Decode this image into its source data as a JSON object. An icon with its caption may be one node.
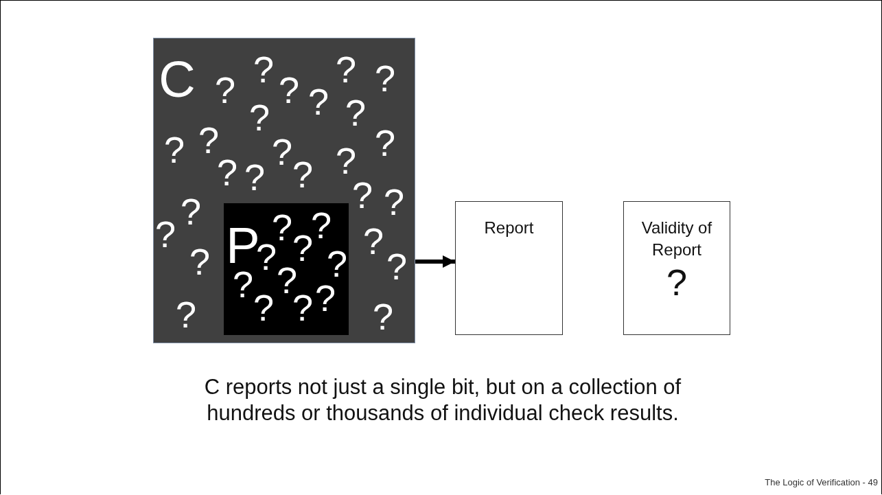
{
  "diagram": {
    "caption": "C reports not just a single bit, but on a collection of hundreds or thousands of individual check results.",
    "nodes": [
      {
        "text": [
          "C",
          "?",
          "?",
          "?",
          "?",
          "?",
          "?",
          "?",
          "?",
          "?",
          "?",
          "?",
          "?",
          "?",
          "?",
          "?",
          "?",
          "?",
          "?",
          "?",
          "?",
          "?",
          "?",
          "?",
          "?",
          "?"
        ]
      },
      {
        "text": [
          "P",
          "?",
          "?",
          "?",
          "?",
          "?",
          "?",
          "?",
          "?",
          "?",
          "?"
        ],
        "in": 0
      },
      {
        "text": [
          "Report"
        ]
      },
      {
        "text": [
          "Validity of Report",
          "?"
        ]
      }
    ],
    "edges": [
      {
        "from": 0,
        "to": 2,
        "arrow": "to"
      }
    ],
    "labels": [
      "The Logic of Verification - 49"
    ]
  }
}
